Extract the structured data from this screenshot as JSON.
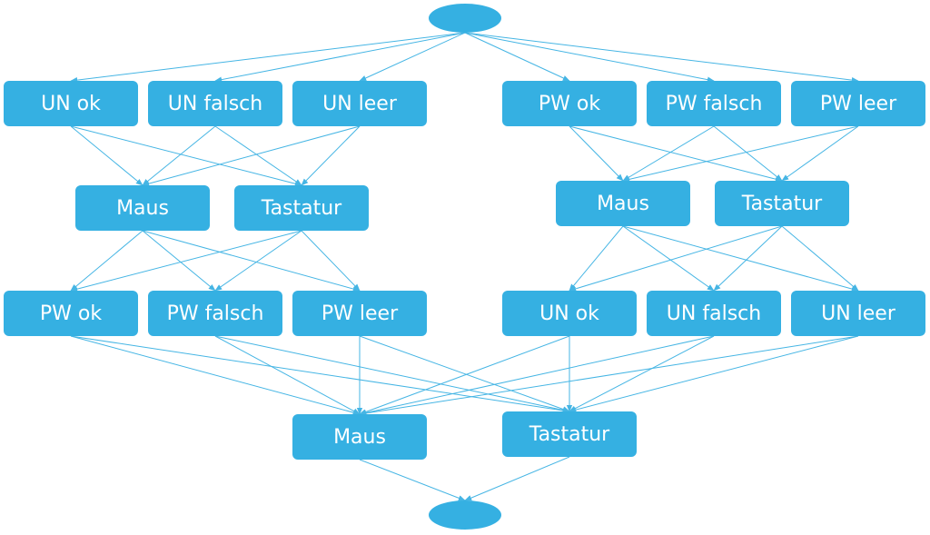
{
  "colors": {
    "node": "#35b0e2",
    "edge": "#45b5e4",
    "text": "#ffffff"
  },
  "nodes": {
    "start": "",
    "end": "",
    "l_un_ok": "UN ok",
    "l_un_falsch": "UN falsch",
    "l_un_leer": "UN leer",
    "l_maus1": "Maus",
    "l_tast1": "Tastatur",
    "l_pw_ok": "PW ok",
    "l_pw_falsch": "PW falsch",
    "l_pw_leer": "PW leer",
    "r_pw_ok": "PW ok",
    "r_pw_falsch": "PW falsch",
    "r_pw_leer": "PW leer",
    "r_maus1": "Maus",
    "r_tast1": "Tastatur",
    "r_un_ok": "UN ok",
    "r_un_falsch": "UN falsch",
    "r_un_leer": "UN leer",
    "maus_final": "Maus",
    "tast_final": "Tastatur"
  },
  "edges": [
    [
      "start",
      "l_un_ok"
    ],
    [
      "start",
      "l_un_falsch"
    ],
    [
      "start",
      "l_un_leer"
    ],
    [
      "start",
      "r_pw_ok"
    ],
    [
      "start",
      "r_pw_falsch"
    ],
    [
      "start",
      "r_pw_leer"
    ],
    [
      "l_un_ok",
      "l_maus1"
    ],
    [
      "l_un_ok",
      "l_tast1"
    ],
    [
      "l_un_falsch",
      "l_maus1"
    ],
    [
      "l_un_falsch",
      "l_tast1"
    ],
    [
      "l_un_leer",
      "l_maus1"
    ],
    [
      "l_un_leer",
      "l_tast1"
    ],
    [
      "r_pw_ok",
      "r_maus1"
    ],
    [
      "r_pw_ok",
      "r_tast1"
    ],
    [
      "r_pw_falsch",
      "r_maus1"
    ],
    [
      "r_pw_falsch",
      "r_tast1"
    ],
    [
      "r_pw_leer",
      "r_maus1"
    ],
    [
      "r_pw_leer",
      "r_tast1"
    ],
    [
      "l_maus1",
      "l_pw_ok"
    ],
    [
      "l_maus1",
      "l_pw_falsch"
    ],
    [
      "l_maus1",
      "l_pw_leer"
    ],
    [
      "l_tast1",
      "l_pw_ok"
    ],
    [
      "l_tast1",
      "l_pw_falsch"
    ],
    [
      "l_tast1",
      "l_pw_leer"
    ],
    [
      "r_maus1",
      "r_un_ok"
    ],
    [
      "r_maus1",
      "r_un_falsch"
    ],
    [
      "r_maus1",
      "r_un_leer"
    ],
    [
      "r_tast1",
      "r_un_ok"
    ],
    [
      "r_tast1",
      "r_un_falsch"
    ],
    [
      "r_tast1",
      "r_un_leer"
    ],
    [
      "l_pw_ok",
      "maus_final"
    ],
    [
      "l_pw_ok",
      "tast_final"
    ],
    [
      "l_pw_falsch",
      "maus_final"
    ],
    [
      "l_pw_falsch",
      "tast_final"
    ],
    [
      "l_pw_leer",
      "maus_final"
    ],
    [
      "l_pw_leer",
      "tast_final"
    ],
    [
      "r_un_ok",
      "maus_final"
    ],
    [
      "r_un_ok",
      "tast_final"
    ],
    [
      "r_un_falsch",
      "maus_final"
    ],
    [
      "r_un_falsch",
      "tast_final"
    ],
    [
      "r_un_leer",
      "maus_final"
    ],
    [
      "r_un_leer",
      "tast_final"
    ],
    [
      "maus_final",
      "end"
    ],
    [
      "tast_final",
      "end"
    ]
  ]
}
